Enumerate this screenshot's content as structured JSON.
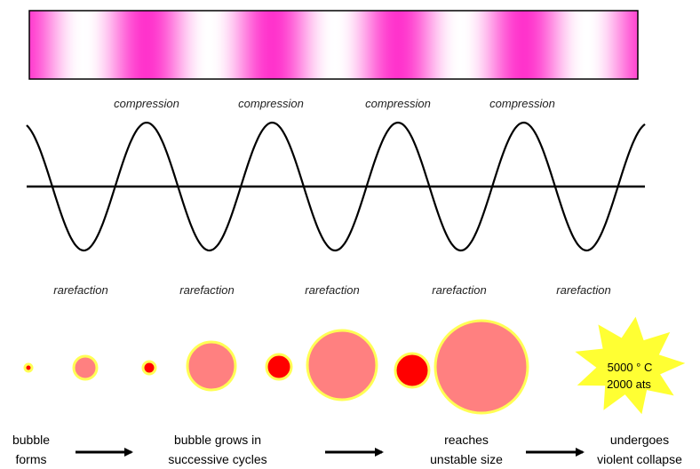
{
  "colors": {
    "band_peak": "#ff33cc",
    "band_trough": "#ffffff",
    "wave_line": "#000000",
    "bubble_small_fill": "#ff0000",
    "bubble_large_fill": "#ff8080",
    "bubble_outline": "#ffff55",
    "star_fill": "#ffff33",
    "arrow": "#000000"
  },
  "labels": {
    "compression": [
      "compression",
      "compression",
      "compression",
      "compression"
    ],
    "rarefaction": [
      "rarefaction",
      "rarefaction",
      "rarefaction",
      "rarefaction",
      "rarefaction"
    ]
  },
  "collapse": {
    "temperature": "5000 ° C",
    "pressure": "2000 ats"
  },
  "stages": [
    {
      "line1": "bubble",
      "line2": "forms"
    },
    {
      "line1": "bubble grows in",
      "line2": "successive cycles"
    },
    {
      "line1": "reaches",
      "line2": "unstable size"
    },
    {
      "line1": "undergoes",
      "line2": "violent collapse"
    }
  ],
  "bubbles": [
    {
      "kind": "compressed"
    },
    {
      "kind": "expanded"
    },
    {
      "kind": "compressed"
    },
    {
      "kind": "expanded"
    },
    {
      "kind": "compressed"
    },
    {
      "kind": "expanded"
    },
    {
      "kind": "compressed"
    },
    {
      "kind": "expanded"
    }
  ],
  "icons": [
    "arrow-right-icon",
    "starburst-icon"
  ]
}
